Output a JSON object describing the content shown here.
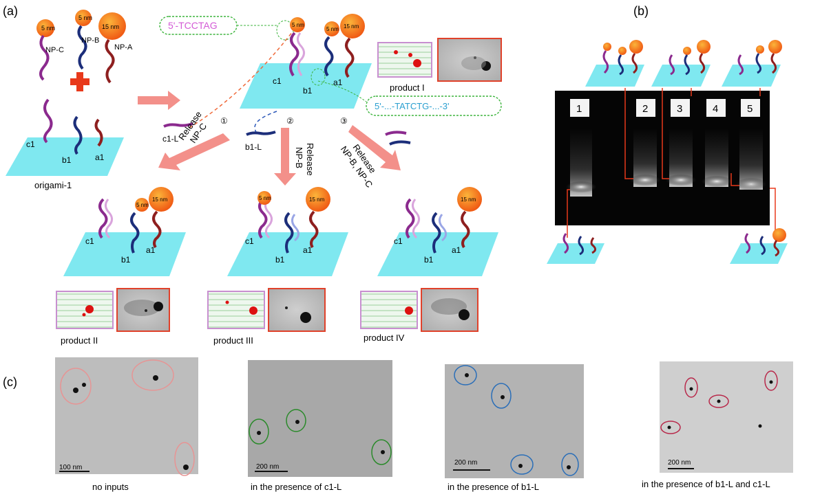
{
  "panel_labels": {
    "a": "(a)",
    "b": "(b)",
    "c": "(c)"
  },
  "nanoparticles": {
    "np_c": {
      "size": "5 nm",
      "name": "NP-C"
    },
    "np_b": {
      "size": "5 nm",
      "name": "NP-B"
    },
    "np_a": {
      "size": "15 nm",
      "name": "NP-A"
    }
  },
  "strands": {
    "c1": "c1",
    "b1": "b1",
    "a1": "a1",
    "c1_l": "c1-L",
    "b1_l": "b1-L"
  },
  "origami_label": "origami-1",
  "sequences": {
    "top": "5'-TCCTAG",
    "bottom": "5'-...-TATCTG-...-3'"
  },
  "step_numbers": [
    "①",
    "②",
    "③"
  ],
  "release_labels": {
    "r1": [
      "Release",
      "NP-C"
    ],
    "r2": [
      "Release",
      "NP-B"
    ],
    "r3": [
      "Release",
      "NP-B, NP-C"
    ]
  },
  "products": {
    "p1": "product I",
    "p2": "product II",
    "p3": "product III",
    "p4": "product IV"
  },
  "gel_lanes": [
    "1",
    "2",
    "3",
    "4",
    "5"
  ],
  "tem_captions": [
    "no inputs",
    "in the presence of c1-L",
    "in the presence of b1-L",
    "in the presence of b1-L and c1-L"
  ],
  "scale_bars": [
    "100 nm",
    "200 nm",
    "200 nm",
    "200 nm"
  ],
  "colors": {
    "origami": "#7fe8f0",
    "np_orange": "#f58a1e",
    "np_core": "#fbb43a",
    "linker_green": "#2ea02e",
    "c1_purple": "#8b2a8e",
    "b1_navy": "#1c2e7a",
    "a1_red": "#8e1f1f",
    "arrow": "#f3908a",
    "seq_pink": "#d35ad6",
    "seq_blue": "#2a9fd0",
    "gel_red": "#e8391b",
    "circle_red": "#e79494",
    "circle_green": "#2a8a2a",
    "circle_blue": "#2a6eb8",
    "circle_crimson": "#b8284a"
  }
}
